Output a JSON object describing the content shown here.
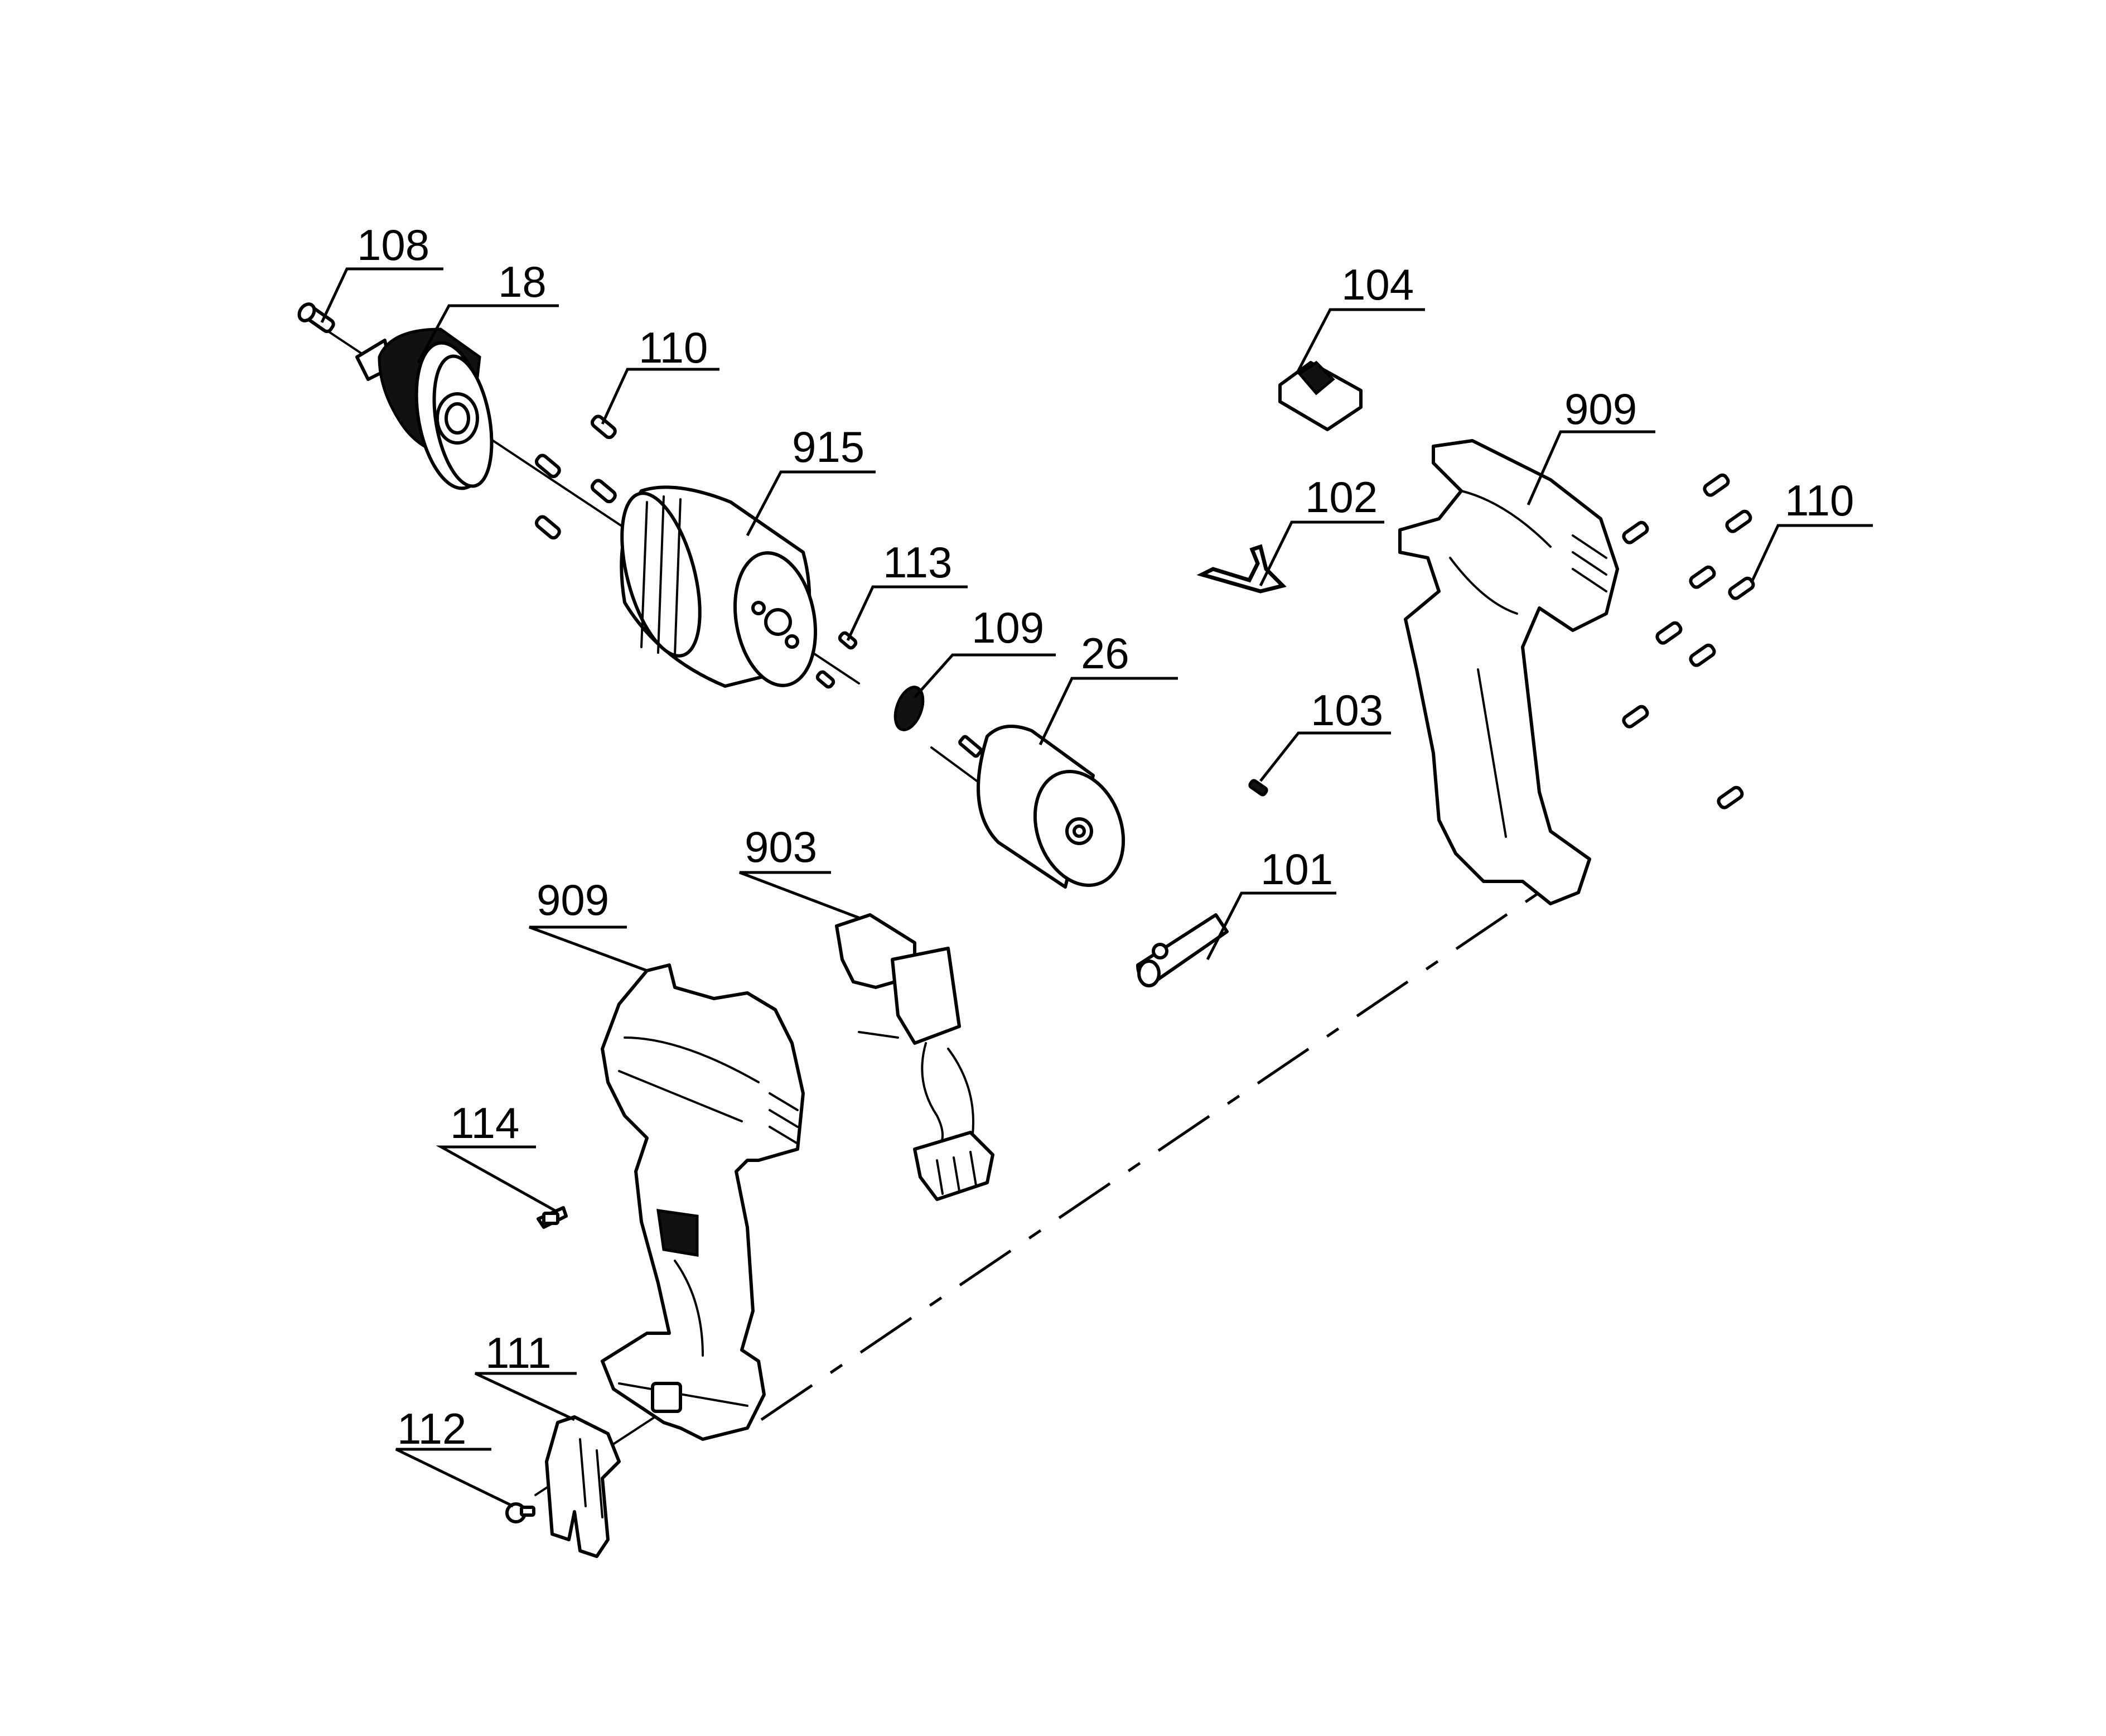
{
  "diagram": {
    "type": "exploded-parts-view",
    "callouts": [
      {
        "id": "c108",
        "label": "108",
        "part": "chuck-screw"
      },
      {
        "id": "c18",
        "label": "18",
        "part": "keyless-chuck"
      },
      {
        "id": "c110a",
        "label": "110",
        "part": "screws-gearbox"
      },
      {
        "id": "c915",
        "label": "915",
        "part": "gearbox-assembly"
      },
      {
        "id": "c113",
        "label": "113",
        "part": "gearbox-screws"
      },
      {
        "id": "c109",
        "label": "109",
        "part": "pinion-gear"
      },
      {
        "id": "c26",
        "label": "26",
        "part": "dc-motor"
      },
      {
        "id": "c104",
        "label": "104",
        "part": "direction-switch"
      },
      {
        "id": "c909r",
        "label": "909",
        "part": "housing-right-half"
      },
      {
        "id": "c102",
        "label": "102",
        "part": "spring-clip"
      },
      {
        "id": "c110b",
        "label": "110",
        "part": "housing-screws"
      },
      {
        "id": "c103",
        "label": "103",
        "part": "small-screw"
      },
      {
        "id": "c903",
        "label": "903",
        "part": "trigger-switch-assembly"
      },
      {
        "id": "c101",
        "label": "101",
        "part": "led-light"
      },
      {
        "id": "c909l",
        "label": "909",
        "part": "housing-left-half"
      },
      {
        "id": "c114",
        "label": "114",
        "part": "clip"
      },
      {
        "id": "c111",
        "label": "111",
        "part": "belt-clip"
      },
      {
        "id": "c112",
        "label": "112",
        "part": "belt-clip-screw"
      }
    ]
  }
}
